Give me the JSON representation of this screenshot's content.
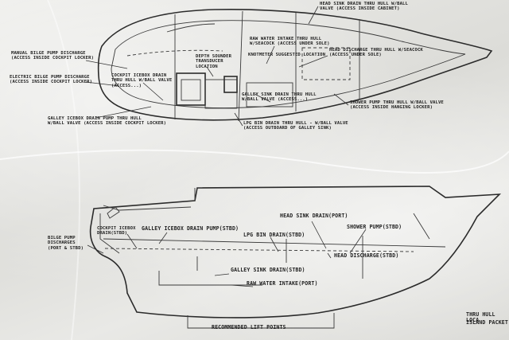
{
  "top_view": {
    "manual_bilge": "MANUAL BILGE PUMP DISCHARGE\n(ACCESS INSIDE COCKPIT LOCKER)",
    "electric_bilge": "ELECTRIC BILGE PUMP DISCHARGE\n(ACCESS INSIDE COCKPIT LOCKER)",
    "galley_icebox": "GALLEY ICEBOX DRAIN PUMP THRU HULL\nW/BALL VALVE (ACCESS INSIDE COCKPIT LOCKER)",
    "cockpit_drain": "COCKPIT ICEBOX DRAIN\nTHRU HULL W/BALL VALVE\n(ACCESS...)",
    "depth_sounder": "DEPTH SOUNDER\nTRANSDUCER\nLOCATION",
    "head_sink": "HEAD SINK DRAIN THRU HULL W/BALL\nVALVE (ACCESS INSIDE CABINET)",
    "raw_water": "RAW WATER INTAKE THRU HULL\nW/SEACOCK (ACCESS UNDER SOLE)",
    "knotmeter": "KNOTMETER SUGGESTED LOCATION",
    "head_discharge": "HEAD DISCHARGE THRU HULL W/SEACOCK\n(ACCESS UNDER SOLE)",
    "galley_sink": "GALLEY SINK DRAIN THRU HULL\nW/BALL VALVE (ACCESS...)",
    "shower_pump": "SHOWER PUMP THRU HULL W/BALL VALVE\n(ACCESS INSIDE HANGING LOCKER)",
    "lpg_bin": "LPG BIN DRAIN THRU HULL - W/BALL VALVE\n(ACCESS OUTBOARD OF GALLEY SINK)"
  },
  "side_view": {
    "bilge_pump": "BILGE PUMP\nDISCHARGES\n(PORT & STBD)",
    "cockpit_icebox": "COCKPIT ICEBOX\nDRAIN(STBD)",
    "galley_icebox": "GALLEY ICEBOX DRAIN PUMP(STBD)",
    "lpg_bin": "LPG BIN DRAIN(STBD)",
    "head_sink": "HEAD SINK DRAIN(PORT)",
    "shower_pump": "SHOWER PUMP(STBD)",
    "head_discharge": "HEAD DISCHARGE(STBD)",
    "galley_sink": "GALLEY SINK DRAIN(STBD)",
    "raw_water": "RAW WATER INTAKE(PORT)",
    "lift_points": "RECOMMENDED LIFT POINTS"
  },
  "title_block": {
    "line1": "THRU HULL LOCA",
    "line2": "ISLAND PACKET"
  }
}
